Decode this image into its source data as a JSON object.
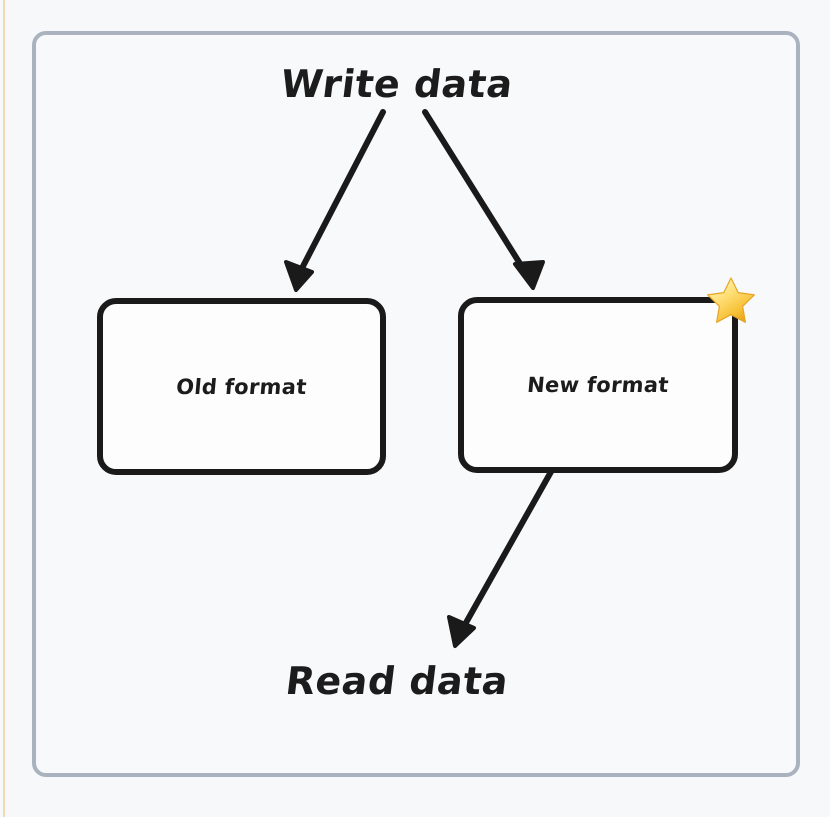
{
  "diagram": {
    "type": "flow-diagram",
    "title_top": "Write data",
    "title_bottom": "Read data",
    "frame": {
      "border_color": "#aab1bf",
      "background_color": "#f8f9fb"
    },
    "canvas_background": "#f7f8fa",
    "edge_accent_color": "#f3d9b6",
    "stroke_color": "#1a1a1a",
    "nodes": [
      {
        "id": "old-format",
        "label": "Old format",
        "badge": null
      },
      {
        "id": "new-format",
        "label": "New format",
        "badge": "star-icon"
      }
    ],
    "edges": [
      {
        "from": "Write data",
        "to": "Old format"
      },
      {
        "from": "Write data",
        "to": "New format"
      },
      {
        "from": "New format",
        "to": "Read data"
      }
    ],
    "badge": {
      "name": "star-icon",
      "glyph": "star",
      "color_light": "#ffe98a",
      "color_mid": "#f7cf4a",
      "color_dark": "#e8a21c"
    }
  }
}
